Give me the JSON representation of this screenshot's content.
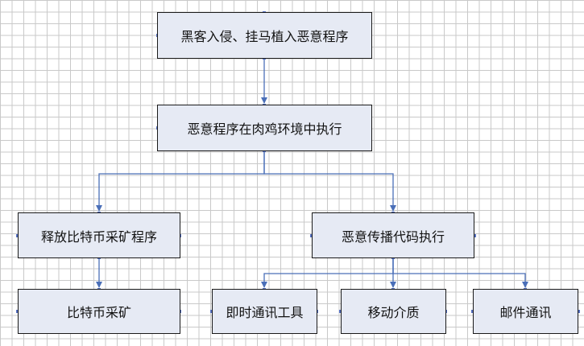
{
  "nodes": {
    "hack": "黑客入侵、挂马植入恶意程序",
    "execute": "恶意程序在肉鸡环境中执行",
    "release": "释放比特币采矿程序",
    "propagate": "恶意传播代码执行",
    "mining": "比特币采矿",
    "im": "即时通讯工具",
    "media": "移动介质",
    "mail": "邮件通讯"
  },
  "colors": {
    "node_fill": "#e6eaf4",
    "node_border": "#1a1a1a",
    "arrow": "#4a6fb8",
    "grid": "#c9c9c9"
  }
}
